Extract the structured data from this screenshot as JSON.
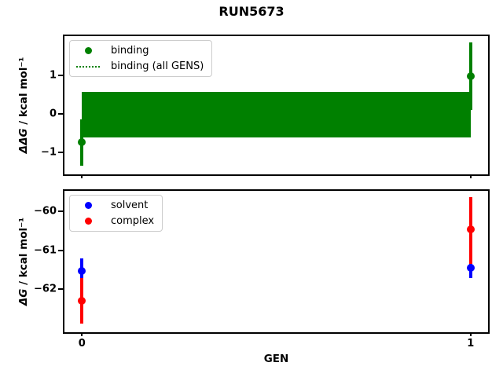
{
  "figure": {
    "title": "RUN5673",
    "xlabel": "GEN",
    "background": "#ffffff",
    "frame_color": "#000000"
  },
  "chart_data": {
    "type": "errorbar",
    "x": [
      0,
      1
    ],
    "xlabel": "GEN",
    "subplots": [
      {
        "id": "ddg",
        "ylabel_math": "ΔΔG",
        "ylabel_units": " / kcal mol⁻¹",
        "xlim": [
          -0.045,
          1.045
        ],
        "ylim": [
          -1.58,
          2.02
        ],
        "grid": false,
        "legend_position": "upper left",
        "yticks": [
          {
            "value": 1,
            "label": "1"
          },
          {
            "value": 0,
            "label": "0"
          },
          {
            "value": -1,
            "label": "−1"
          }
        ],
        "xticks": [
          {
            "value": 0,
            "label": ""
          },
          {
            "value": 1,
            "label": ""
          }
        ],
        "band": {
          "label": "binding (all GENS)",
          "color": "#008000",
          "xmin": 0,
          "xmax": 1,
          "ylo": -0.61,
          "yhi": 0.57
        },
        "series": [
          {
            "name": "binding",
            "color": "#008000",
            "points": [
              {
                "x": 0,
                "y": -0.75,
                "ylo": -1.36,
                "yhi": -0.14
              },
              {
                "x": 1,
                "y": 0.97,
                "ylo": 0.1,
                "yhi": 1.85
              }
            ]
          }
        ],
        "legend": [
          {
            "label": "binding",
            "swatch": "dot",
            "color": "#008000"
          },
          {
            "label": "binding (all GENS)",
            "swatch": "dotted-line",
            "color": "#008000"
          }
        ]
      },
      {
        "id": "dg",
        "ylabel_math": "ΔG",
        "ylabel_units": " / kcal mol⁻¹",
        "xlim": [
          -0.045,
          1.045
        ],
        "ylim": [
          -63.11,
          -59.47
        ],
        "grid": false,
        "legend_position": "upper left",
        "yticks": [
          {
            "value": -60,
            "label": "−60"
          },
          {
            "value": -61,
            "label": "−61"
          },
          {
            "value": -62,
            "label": "−62"
          }
        ],
        "xticks": [
          {
            "value": 0,
            "label": "0"
          },
          {
            "value": 1,
            "label": "1"
          }
        ],
        "series": [
          {
            "name": "solvent",
            "color": "#0000ff",
            "points": [
              {
                "x": 0,
                "y": -61.53,
                "ylo": -61.84,
                "yhi": -61.21
              },
              {
                "x": 1,
                "y": -61.45,
                "ylo": -61.72,
                "yhi": -61.23
              }
            ]
          },
          {
            "name": "complex",
            "color": "#ff0000",
            "points": [
              {
                "x": 0,
                "y": -62.3,
                "ylo": -62.89,
                "yhi": -61.71
              },
              {
                "x": 1,
                "y": -60.47,
                "ylo": -61.36,
                "yhi": -59.64
              }
            ]
          }
        ],
        "legend": [
          {
            "label": "solvent",
            "swatch": "dot",
            "color": "#0000ff"
          },
          {
            "label": "complex",
            "swatch": "dot",
            "color": "#ff0000"
          }
        ]
      }
    ]
  }
}
